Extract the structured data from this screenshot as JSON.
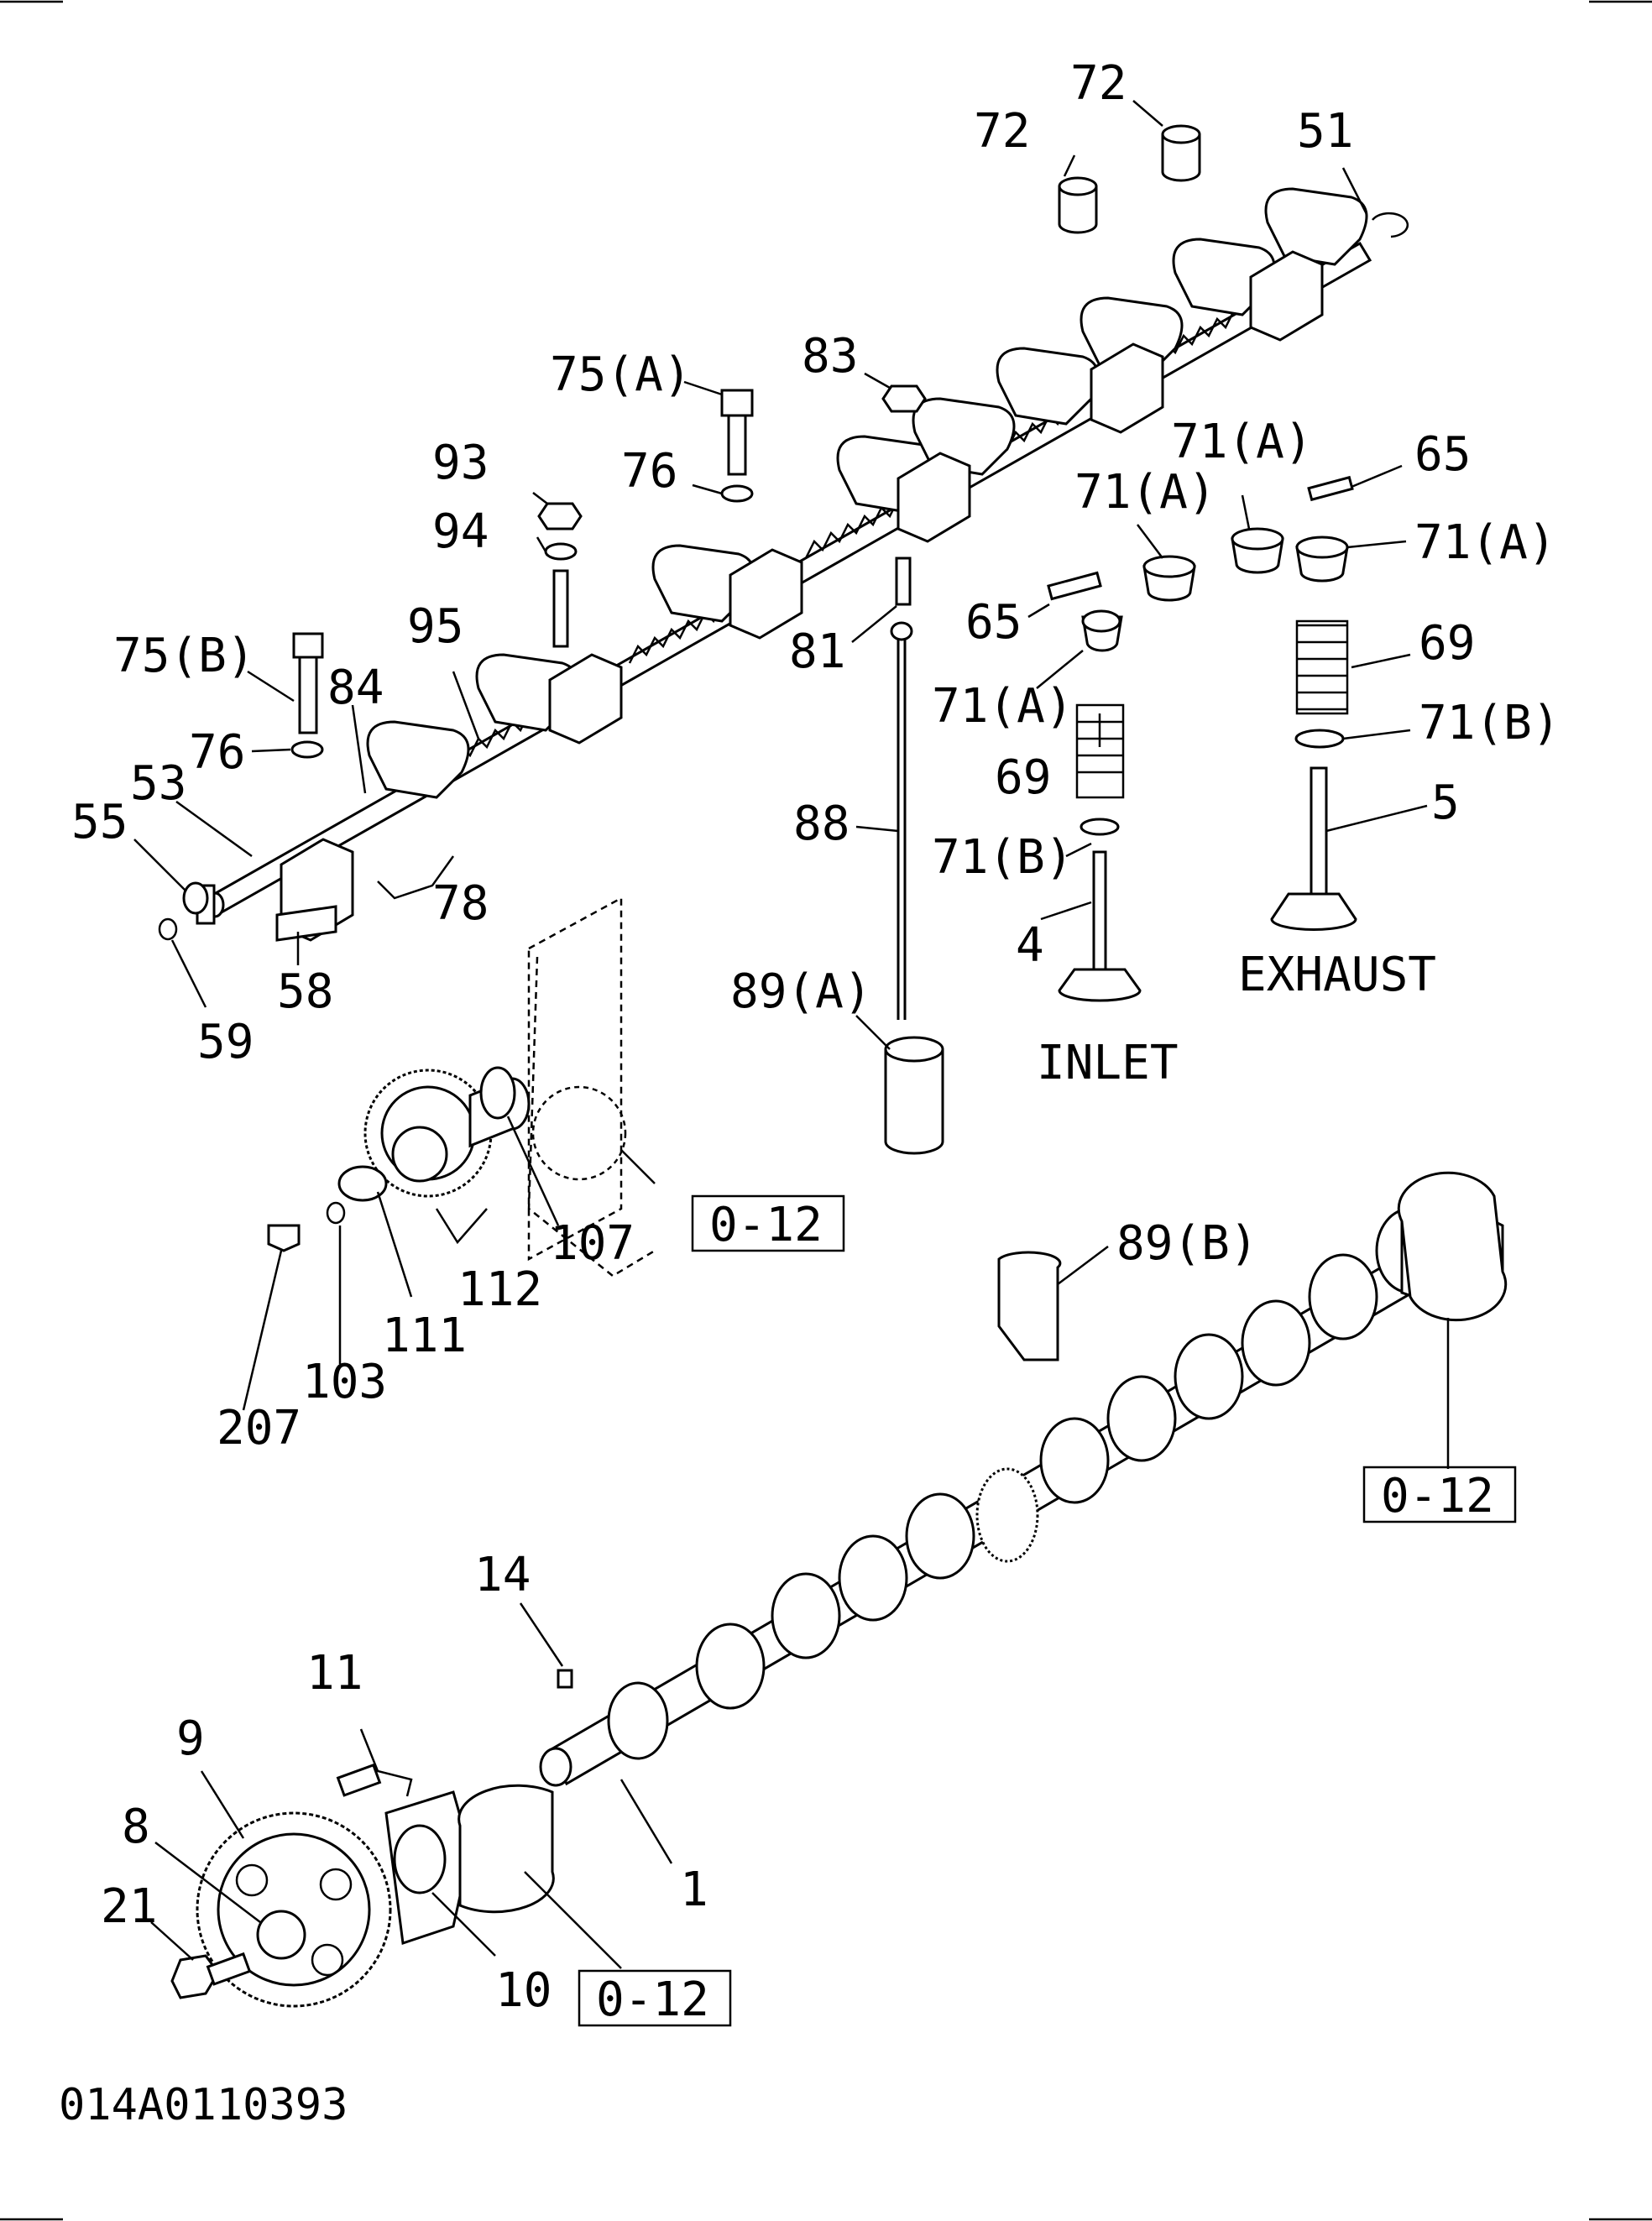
{
  "labels": {
    "p72a": "72",
    "p72b": "72",
    "p51": "51",
    "p75a": "75(A)",
    "p83": "83",
    "p71a_top": "71(A)",
    "p65a": "65",
    "p93": "93",
    "p76a": "76",
    "p71a_mid": "71(A)",
    "p71a_right": "71(A)",
    "p94": "94",
    "p95": "95",
    "p81": "81",
    "p65b": "65",
    "p69a": "69",
    "p75b": "75(B)",
    "p84": "84",
    "p71a_in": "71(A)",
    "p76b": "76",
    "p71b_ex": "71(B)",
    "p53": "53",
    "p69b": "69",
    "p5": "5",
    "p55": "55",
    "p88": "88",
    "p71b_in": "71(B)",
    "p78": "78",
    "p4": "4",
    "p58": "58",
    "p89a": "89(A)",
    "p59": "59",
    "p107": "107",
    "p89b": "89(B)",
    "p112": "112",
    "p111": "111",
    "p103": "103",
    "p207": "207",
    "p14": "14",
    "p11": "11",
    "p9": "9",
    "p8": "8",
    "p21": "21",
    "p1": "1",
    "p10": "10"
  },
  "captions": {
    "exhaust": "EXHAUST",
    "inlet": "INLET"
  },
  "refs": {
    "ref_block": "0-12",
    "ref_cam_bush": "0-12",
    "ref_front_bush": "0-12"
  },
  "drawing_code": "014A0110393"
}
